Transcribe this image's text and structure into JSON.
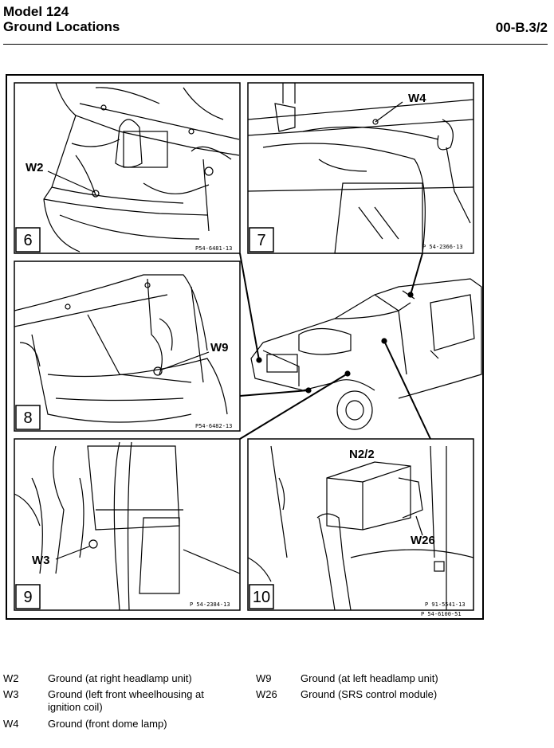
{
  "header": {
    "model": "Model 124",
    "subtitle": "Ground Locations",
    "code": "00-B.3/2"
  },
  "panels": [
    {
      "number": "6",
      "label": "W2",
      "ref": "P54-6481-13"
    },
    {
      "number": "7",
      "label": "W4",
      "ref": "P 54-2366-13"
    },
    {
      "number": "8",
      "label": "W9",
      "ref": "P54-6482-13"
    },
    {
      "number": "9",
      "label": "W3",
      "ref": "P 54-2384-13"
    },
    {
      "number": "10",
      "label": "W26",
      "label2": "N2/2",
      "ref": "P 91-5541-13"
    }
  ],
  "figure_ref": "P 54-6100-51",
  "legend": [
    {
      "code": "W2",
      "desc": "Ground (at right headlamp unit)"
    },
    {
      "code": "W3",
      "desc": "Ground (left front wheelhousing at ignition coil)"
    },
    {
      "code": "W4",
      "desc": "Ground (front dome lamp)"
    },
    {
      "code": "W9",
      "desc": "Ground (at left headlamp unit)"
    },
    {
      "code": "W26",
      "desc": "Ground (SRS control module)"
    }
  ]
}
